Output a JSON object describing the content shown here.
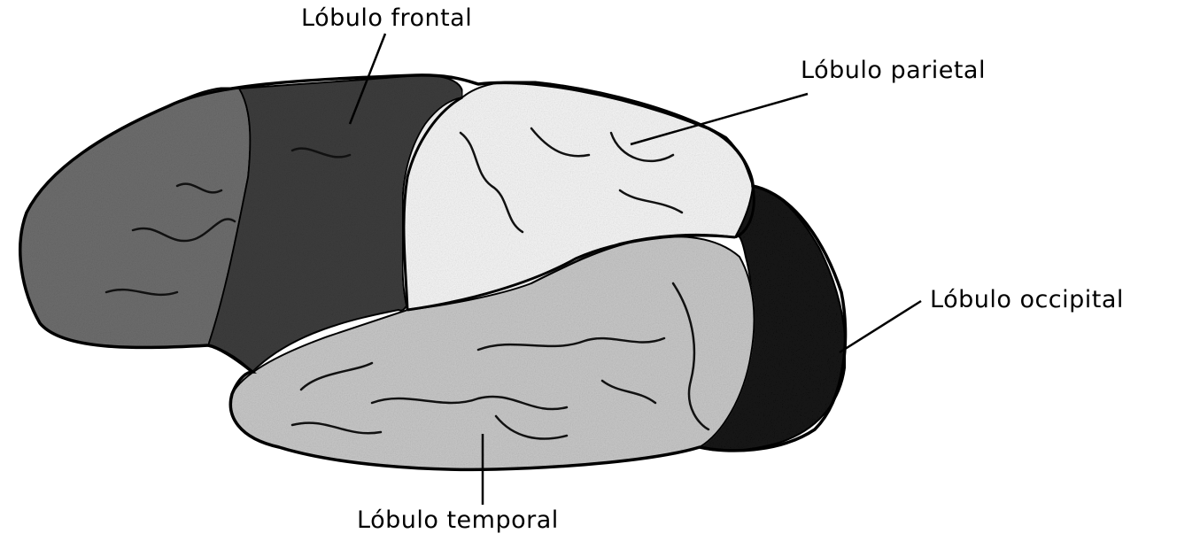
{
  "labels": {
    "frontal": "Lóbulo frontal",
    "parietal": "Lóbulo parietal",
    "occipital": "Lóbulo occipital",
    "temporal": "Lóbulo temporal"
  },
  "colors": {
    "frontal": "#3d3d3d",
    "frontal_front": "#6e6e6e",
    "parietal": "#f7f7f7",
    "occipital": "#141414",
    "temporal": "#c9c9c9",
    "outline": "#000000"
  }
}
